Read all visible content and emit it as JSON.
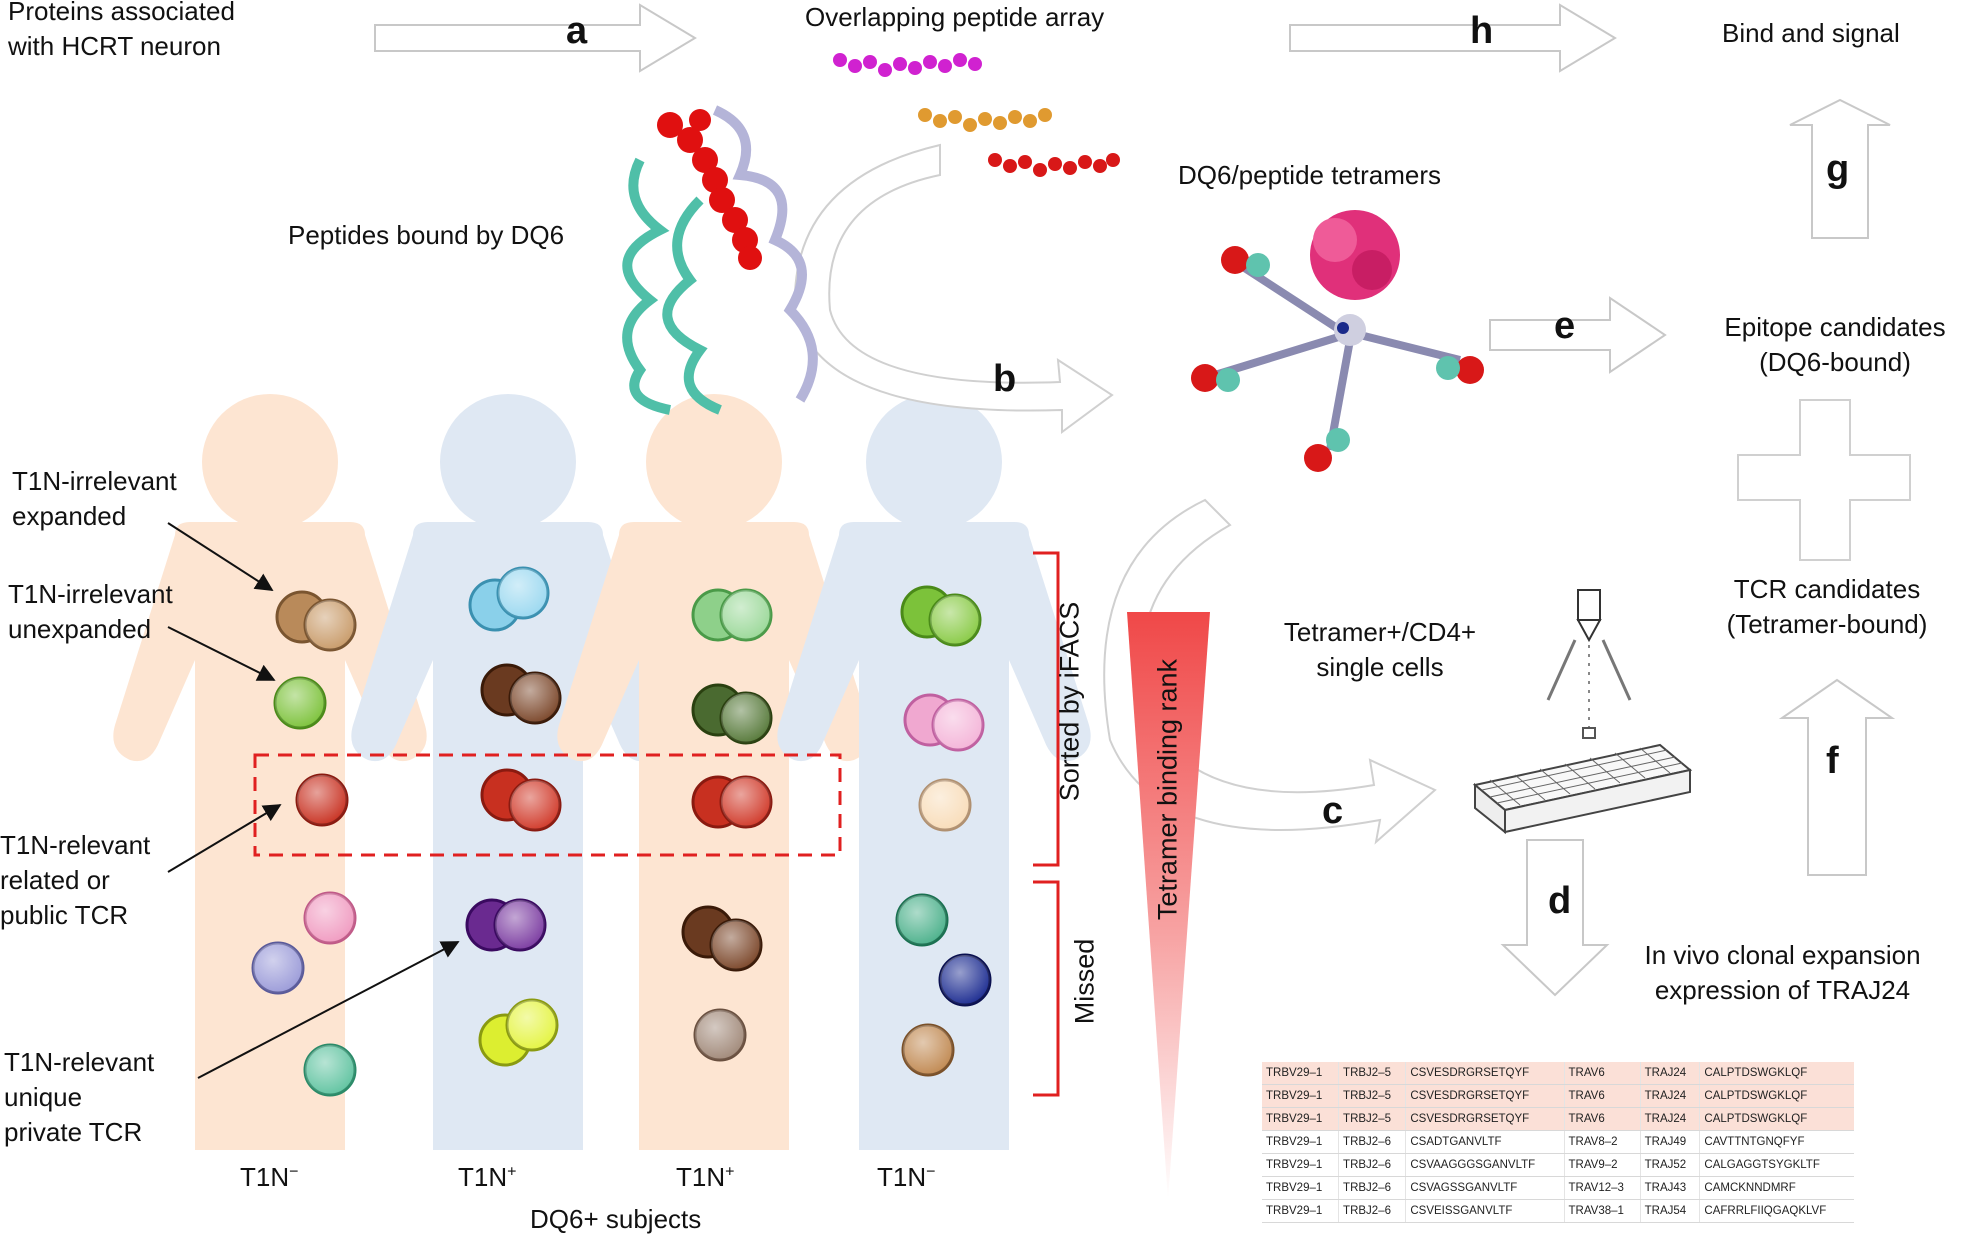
{
  "labels": {
    "proteins": [
      "Proteins associated",
      "with HCRT neuron"
    ],
    "overlapping": "Overlapping peptide array",
    "bind_signal": "Bind and signal",
    "peptides_bound": "Peptides bound by DQ6",
    "tetramers": "DQ6/peptide tetramers",
    "epitope": [
      "Epitope candidates",
      "(DQ6-bound)"
    ],
    "tcr": [
      "TCR candidates",
      "(Tetramer-bound)"
    ],
    "tetramer_cells": [
      "Tetramer+/CD4+",
      "single cells"
    ],
    "in_vivo": [
      "In vivo clonal expansion",
      "expression of TRAJ24"
    ],
    "sorted": "Sorted by iFACS",
    "missed": "Missed",
    "binding_rank": "Tetramer binding rank",
    "subjects": "DQ6+ subjects"
  },
  "step_letters": {
    "a": "a",
    "b": "b",
    "c": "c",
    "d": "d",
    "e": "e",
    "f": "f",
    "g": "g",
    "h": "h"
  },
  "annotations": {
    "expanded": [
      "T1N-irrelevant",
      "expanded"
    ],
    "unexpanded": [
      "T1N-irrelevant",
      "unexpanded"
    ],
    "public": [
      "T1N-relevant",
      "related or",
      "public TCR"
    ],
    "private": [
      "T1N-relevant",
      "unique",
      "private TCR"
    ]
  },
  "subject_labels": [
    {
      "base": "T1N",
      "sup": "−"
    },
    {
      "base": "T1N",
      "sup": "+"
    },
    {
      "base": "T1N",
      "sup": "+"
    },
    {
      "base": "T1N",
      "sup": "−"
    }
  ],
  "colors": {
    "peach": "#fde5d2",
    "blue": "#dfe8f3",
    "red_accent": "#e02020",
    "arrow_fill": "#ffffff",
    "arrow_stroke": "#c8c8c8",
    "table_highlight": "#fbe0d7"
  },
  "icons": {
    "protein": "protein-structure-icon",
    "tetramer": "tetramer-complex-icon",
    "plate": "well-plate-icon",
    "nozzle": "sorter-nozzle-icon",
    "plus": "plus-icon"
  },
  "table": {
    "highlight_rows": 3,
    "rows": [
      [
        "TRBV29–1",
        "TRBJ2–5",
        "CSVESDRGRSETQYF",
        "TRAV6",
        "TRAJ24",
        "CALPTDSWGKLQF"
      ],
      [
        "TRBV29–1",
        "TRBJ2–5",
        "CSVESDRGRSETQYF",
        "TRAV6",
        "TRAJ24",
        "CALPTDSWGKLQF"
      ],
      [
        "TRBV29–1",
        "TRBJ2–5",
        "CSVESDRGRSETQYF",
        "TRAV6",
        "TRAJ24",
        "CALPTDSWGKLQF"
      ],
      [
        "TRBV29–1",
        "TRBJ2–6",
        "CSADTGANVLTF",
        "TRAV8–2",
        "TRAJ49",
        "CAVTTNTGNQFYF"
      ],
      [
        "TRBV29–1",
        "TRBJ2–6",
        "CSVAAGGGSGANVLTF",
        "TRAV9–2",
        "TRAJ52",
        "CALGAGGTSYGKLTF"
      ],
      [
        "TRBV29–1",
        "TRBJ2–6",
        "CSVAGSSGANVLTF",
        "TRAV12–3",
        "TRAJ43",
        "CAMCKNNDMRF"
      ],
      [
        "TRBV29–1",
        "TRBJ2–6",
        "CSVEISSGANVLTF",
        "TRAV38–1",
        "TRAJ54",
        "CAFRRLFIIQGAQKLVF"
      ]
    ]
  }
}
